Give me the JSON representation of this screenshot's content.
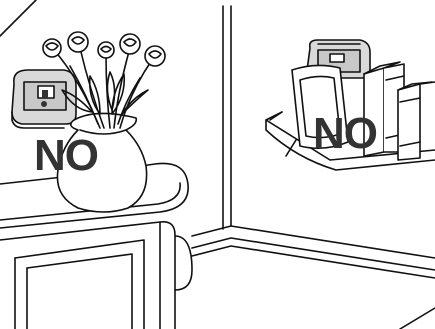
{
  "labels": {
    "left_warning": "NO",
    "right_warning": "NO"
  },
  "colors": {
    "line": "#111111",
    "thermostat_body": "#d9d9d9",
    "display_panel": "#c8c8c8",
    "warning_text": "#333333",
    "background": "#ffffff"
  },
  "icons": {
    "left_device": "wall-thermostat-icon",
    "right_device": "wall-thermostat-icon",
    "vase": "vase-with-roses",
    "frame": "picture-frame",
    "books": "books"
  }
}
